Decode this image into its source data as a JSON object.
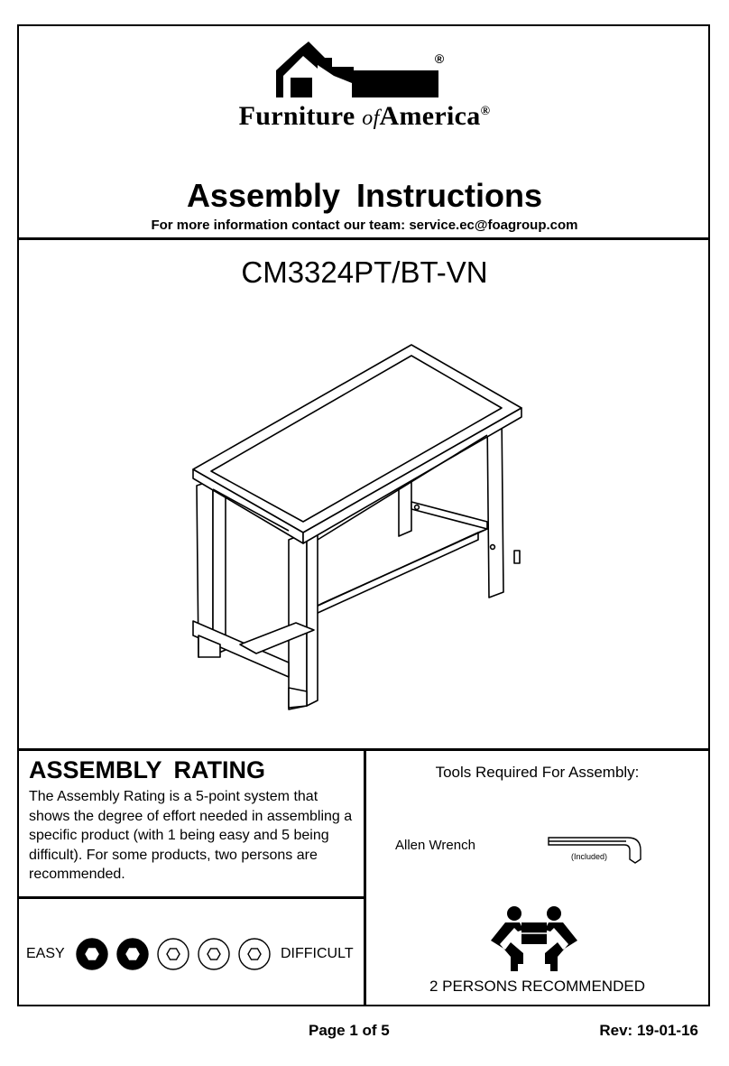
{
  "brand": {
    "name_part1": "Furniture",
    "name_part2": "of",
    "name_part3": "America",
    "registered_mark": "®"
  },
  "header": {
    "title": "Assembly  Instructions",
    "contact": "For more information contact our team: service.ec@foagroup.com"
  },
  "product": {
    "model": "CM3324PT/BT-VN"
  },
  "rating": {
    "title": "ASSEMBLY  RATING",
    "description": "The Assembly Rating is a 5-point system that shows the degree of effort needed in assembling a specific product (with 1 being easy and 5 being difficult).  For some products, two persons are recommended.",
    "easy_label": "EASY",
    "difficult_label": "DIFFICULT",
    "level": 2,
    "max": 5
  },
  "tools": {
    "title": "Tools Required For Assembly:",
    "items": [
      {
        "name": "Allen Wrench",
        "note": "(Included)",
        "icon": "allen-wrench-icon"
      }
    ],
    "persons_text": "2 PERSONS RECOMMENDED",
    "persons_icon": "two-persons-lifting-icon"
  },
  "footer": {
    "page": "Page 1 of  5",
    "rev": "Rev: 19-01-16"
  }
}
